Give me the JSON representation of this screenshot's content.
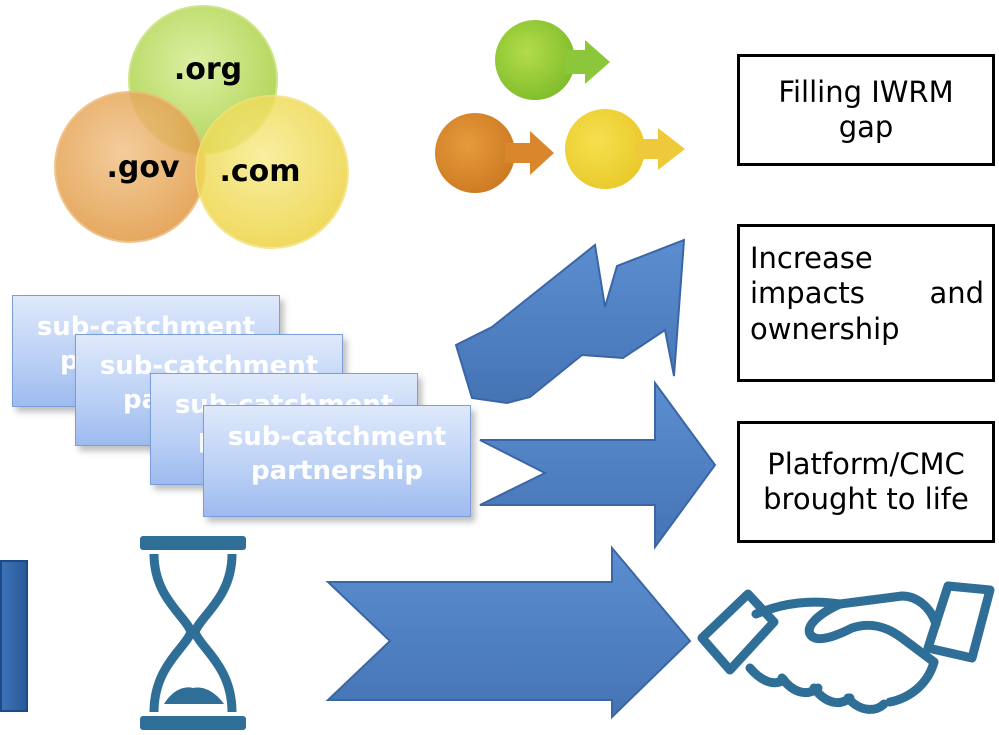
{
  "circles": {
    "org": ".org",
    "gov": ".gov",
    "com": ".com"
  },
  "cards": [
    {
      "line1": "sub-catchment",
      "line2": "partnership"
    },
    {
      "line1": "sub-catchment",
      "line2": "partnership"
    },
    {
      "line1": "sub-catchment",
      "line2": "partnership"
    },
    {
      "line1": "sub-catchment",
      "line2": "partnership"
    }
  ],
  "outcomes": {
    "gap": "Filling IWRM gap",
    "impacts_line1": "Increase",
    "impacts_line2_a": "impacts",
    "impacts_line2_b": "and",
    "impacts_line3": "ownership",
    "platform": "Platform/CMC brought to life"
  },
  "colors": {
    "green": "#9acb3c",
    "orange": "#d9862c",
    "yellow": "#f0d43a",
    "arrow_blue": "#4f7fbf",
    "icon_blue": "#2f6e96"
  },
  "icons": [
    "hourglass-icon",
    "handshake-icon"
  ]
}
